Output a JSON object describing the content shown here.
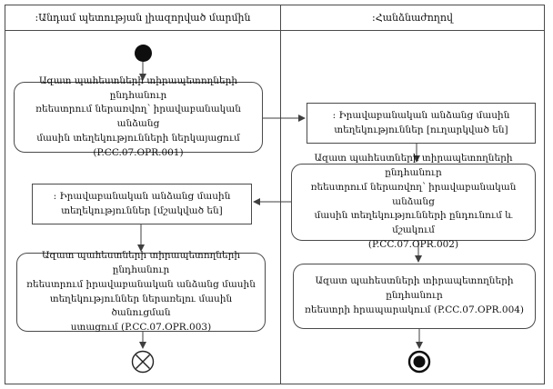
{
  "lanes": {
    "left": {
      "title": ":Անդամ պետության լիազորված մարմին"
    },
    "right": {
      "title": ":Հանձնաժողով"
    }
  },
  "nodes": {
    "opr001": {
      "type": "action",
      "code": "P.CC.07.OPR.001",
      "label": "Ազատ պահեստների տիրապետողների ընդհանուր\nռեեստրում ներառվող՝ իրավաբանական անձանց\nմասին տեղեկությունների ներկայացում\n(P.CC.07.OPR.001)"
    },
    "obj_sent": {
      "type": "object",
      "label": ": Իրավաբանական անձանց մասին\nտեղեկություններ [ուղարկված են]"
    },
    "opr002": {
      "type": "action",
      "code": "P.CC.07.OPR.002",
      "label": "Ազատ պահեստների տիրապետողների ընդհանուր\nռեեստրում ներառվող՝ իրավաբանական անձանց\nմասին տեղեկությունների ընդունում և մշակում\n(P.CC.07.OPR.002)"
    },
    "obj_processed": {
      "type": "object",
      "label": ": Իրավաբանական անձանց մասին\nտեղեկություններ [մշակված են]"
    },
    "opr003": {
      "type": "action",
      "code": "P.CC.07.OPR.003",
      "label": "Ազատ պահեստների տիրապետողների ընդհանուր\nռեեստրում իրավաբանական անձանց մասին\nտեղեկություններ ներառելու մասին ծանուցման\nստացում (P.CC.07.OPR.003)"
    },
    "opr004": {
      "type": "action",
      "code": "P.CC.07.OPR.004",
      "label": "Ազատ պահեստների տիրապետողների ընդհանուր\nռեեստրի հրապարակում (P.CC.07.OPR.004)"
    }
  },
  "edges": [
    {
      "from": "start",
      "to": "opr001"
    },
    {
      "from": "opr001",
      "to": "obj_sent"
    },
    {
      "from": "obj_sent",
      "to": "opr002"
    },
    {
      "from": "opr002",
      "to": "obj_processed"
    },
    {
      "from": "obj_processed",
      "to": "opr003"
    },
    {
      "from": "opr003",
      "to": "flow-final"
    },
    {
      "from": "opr002",
      "to": "opr004"
    },
    {
      "from": "opr004",
      "to": "activity-final"
    }
  ],
  "colors": {
    "line": "#3f3f3f",
    "border": "#4a4a4a",
    "background": "#ffffff",
    "node_fill": "#ffffff",
    "text": "#111111"
  }
}
